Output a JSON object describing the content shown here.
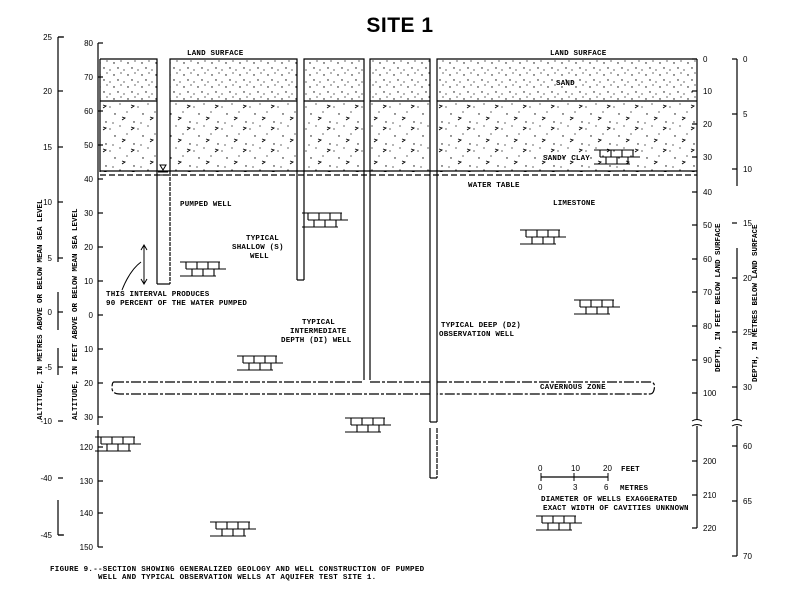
{
  "title": "SITE 1",
  "layers": {
    "land_surface_left": "LAND SURFACE",
    "land_surface_right": "LAND SURFACE",
    "sand": "SAND",
    "sandy_clay": "SANDY CLAY",
    "water_table": "WATER TABLE",
    "limestone": "LIMESTONE",
    "cavernous_zone": "CAVERNOUS ZONE"
  },
  "wells": {
    "pumped": "PUMPED WELL",
    "shallow": [
      "TYPICAL",
      "SHALLOW (S)",
      "WELL"
    ],
    "intermediate": [
      "TYPICAL",
      "INTERMEDIATE",
      "DEPTH (DI) WELL"
    ],
    "deep": [
      "TYPICAL DEEP (D2)",
      "OBSERVATION WELL"
    ]
  },
  "annotations": {
    "interval": [
      "THIS INTERVAL PRODUCES",
      "90 PERCENT OF THE WATER PUMPED"
    ],
    "notes": [
      "DIAMETER OF WELLS EXAGGERATED",
      "EXACT WIDTH OF CAVITIES UNKNOWN"
    ]
  },
  "scale_bar": {
    "feet_ticks": [
      "0",
      "10",
      "20"
    ],
    "feet_unit": "FEET",
    "metre_ticks": [
      "0",
      "3",
      "6"
    ],
    "metre_unit": "METRES"
  },
  "axes": {
    "alt_metres": {
      "label": "ALTITUDE, IN METRES ABOVE OR BELOW MEAN SEA LEVEL",
      "ticks": [
        "25",
        "20",
        "15",
        "10",
        "5",
        "0",
        "-5",
        "-10",
        "-40",
        "-45"
      ]
    },
    "alt_feet": {
      "label": "ALTITUDE, IN FEET ABOVE OR BELOW MEAN SEA LEVEL",
      "ticks": [
        "80",
        "70",
        "60",
        "50",
        "40",
        "30",
        "20",
        "10",
        "0",
        "10",
        "20",
        "30",
        "120",
        "130",
        "140",
        "150"
      ]
    },
    "depth_feet": {
      "label": "DEPTH, IN FEET BELOW LAND SURFACE",
      "ticks": [
        "0",
        "10",
        "20",
        "30",
        "40",
        "50",
        "60",
        "70",
        "80",
        "90",
        "100",
        "200",
        "210",
        "220"
      ]
    },
    "depth_metres": {
      "label": "DEPTH, IN METRES BELOW LAND SURFACE",
      "ticks": [
        "0",
        "5",
        "10",
        "15",
        "20",
        "25",
        "30",
        "60",
        "65",
        "70"
      ]
    }
  },
  "caption": {
    "line1": "FIGURE 9.--SECTION SHOWING GENERALIZED GEOLOGY AND WELL CONSTRUCTION OF PUMPED",
    "line2": "          WELL AND TYPICAL OBSERVATION WELLS AT AQUIFER TEST SITE 1."
  }
}
